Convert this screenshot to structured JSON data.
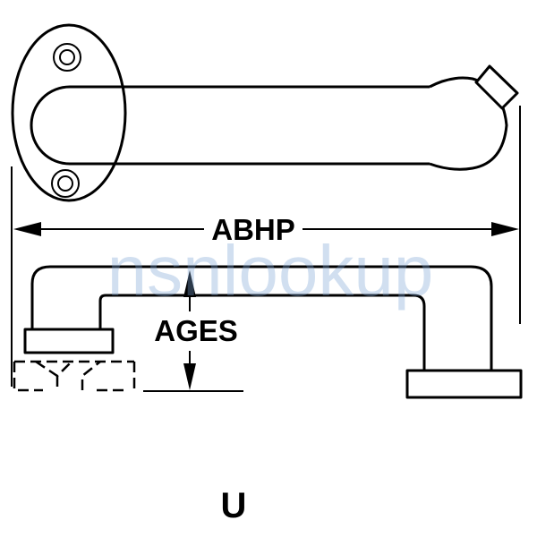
{
  "labels": {
    "width_dimension": "ABHP",
    "height_dimension": "AGES",
    "style_letter": "U"
  },
  "watermark": {
    "text": "nsnlookup",
    "color": "#7ea6d6"
  },
  "colors": {
    "line": "#000000",
    "background": "#ffffff"
  }
}
